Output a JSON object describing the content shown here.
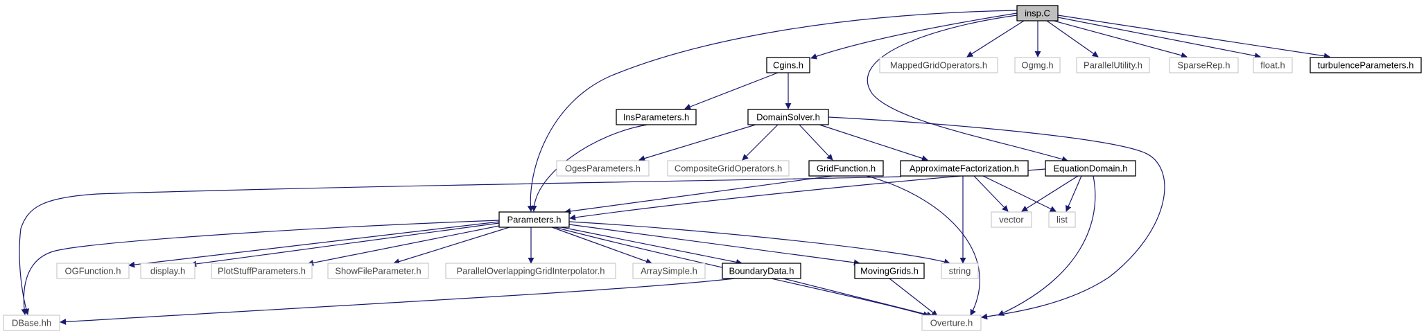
{
  "title": "insp.C",
  "colors": {
    "edge": "#191970",
    "root_fill": "#bfbfbf",
    "node_border": "#000000",
    "external_border": "#bfbfbf"
  },
  "nodes": {
    "insp_c": "insp.C",
    "cgins_h": "Cgins.h",
    "mappedgridoperators_h": "MappedGridOperators.h",
    "ogmg_h": "Ogmg.h",
    "parallelutility_h": "ParallelUtility.h",
    "sparserep_h": "SparseRep.h",
    "float_h": "float.h",
    "turbulenceparameters_h": "turbulenceParameters.h",
    "insparameters_h": "InsParameters.h",
    "domainsolver_h": "DomainSolver.h",
    "ogesparameters_h": "OgesParameters.h",
    "compositegridoperators_h": "CompositeGridOperators.h",
    "gridfunction_h": "GridFunction.h",
    "approximatefactorization_h": "ApproximateFactorization.h",
    "equationdomain_h": "EquationDomain.h",
    "parameters_h": "Parameters.h",
    "vector": "vector",
    "list": "list",
    "ogfunction_h": "OGFunction.h",
    "display_h": "display.h",
    "plotstuffparameters_h": "PlotStuffParameters.h",
    "showfileparameter_h": "ShowFileParameter.h",
    "paralleloverlappinggridinterpolator_h": "ParallelOverlappingGridInterpolator.h",
    "arraysimple_h": "ArraySimple.h",
    "boundarydata_h": "BoundaryData.h",
    "movinggrids_h": "MovingGrids.h",
    "string": "string",
    "dbase_hh": "DBase.hh",
    "overture_h": "Overture.h"
  }
}
